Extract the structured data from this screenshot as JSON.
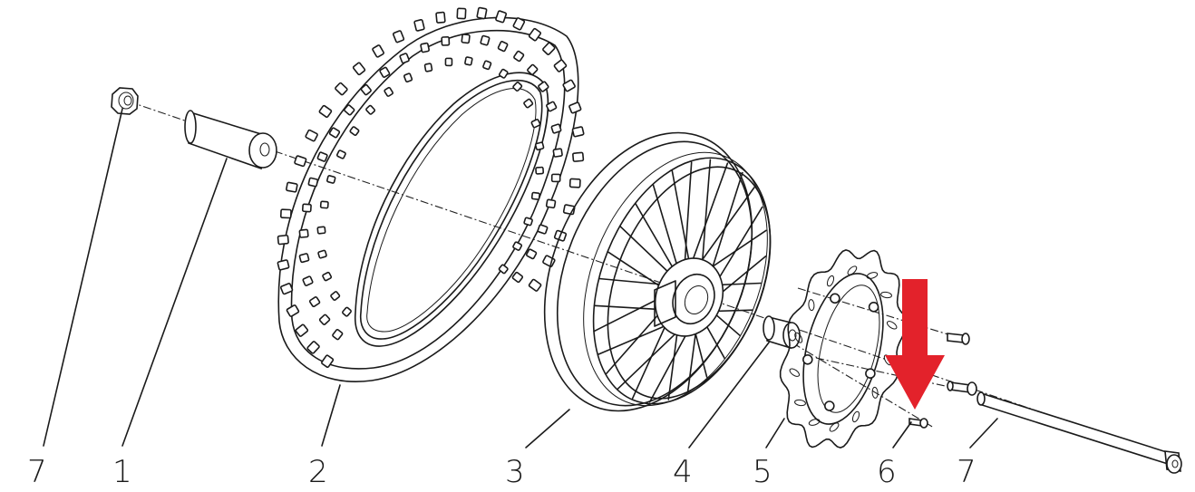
{
  "diagram": {
    "callouts": [
      {
        "id": "c-left-7",
        "text": "7",
        "part": "axle-nut"
      },
      {
        "id": "c-1",
        "text": "1",
        "part": "spacer"
      },
      {
        "id": "c-2",
        "text": "2",
        "part": "tire"
      },
      {
        "id": "c-3",
        "text": "3",
        "part": "rim-wheel"
      },
      {
        "id": "c-4",
        "text": "4",
        "part": "hub-spacer"
      },
      {
        "id": "c-5",
        "text": "5",
        "part": "brake-disc"
      },
      {
        "id": "c-6",
        "text": "6",
        "part": "disc-bolt"
      },
      {
        "id": "c-right-7",
        "text": "7",
        "part": "axle-shaft"
      }
    ],
    "highlight": {
      "target": "disc-bolt",
      "color": "#e3222b",
      "icon": "arrow-down-icon"
    },
    "line_color": "#1a1a1a"
  }
}
